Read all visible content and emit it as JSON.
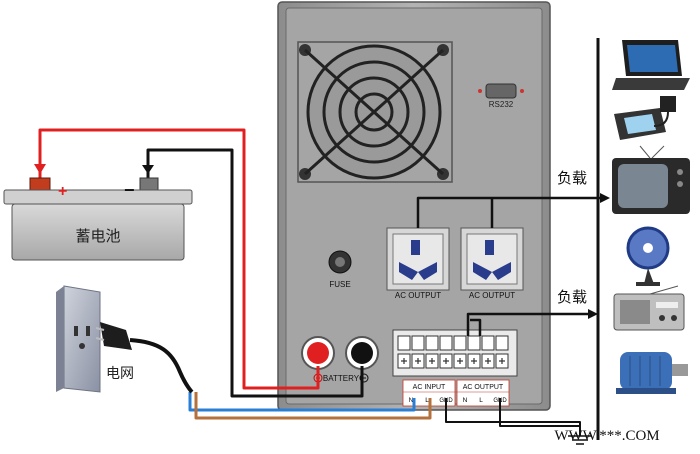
{
  "battery": {
    "label": "蓄电池",
    "plus": "+",
    "minus": "−"
  },
  "mains": {
    "label": "电网"
  },
  "load_labels": {
    "top": "负载",
    "bottom": "负载"
  },
  "inverter": {
    "rs232": "RS232",
    "fuse": "FUSE",
    "outlet_left": "AC OUTPUT",
    "outlet_right": "AC OUTPUT",
    "battery_terminal": "BATTERY",
    "terminal_input_title": "AC INPUT",
    "terminal_output_title": "AC OUTPUT",
    "terminal_input_cells": [
      "N",
      "L",
      "GND"
    ],
    "terminal_output_cells": [
      "N",
      "L",
      "GND"
    ]
  },
  "watermark": "WWW.***.COM",
  "colors": {
    "red_wire": "#e02020",
    "black_wire": "#111111",
    "blue_wire": "#2a7fd4",
    "brown_wire": "#b5713b",
    "panel": "#9a9a9a"
  },
  "load_devices": [
    "laptop-icon",
    "phone-charger-icon",
    "tv-icon",
    "fan-icon",
    "radio-icon",
    "motor-icon"
  ]
}
